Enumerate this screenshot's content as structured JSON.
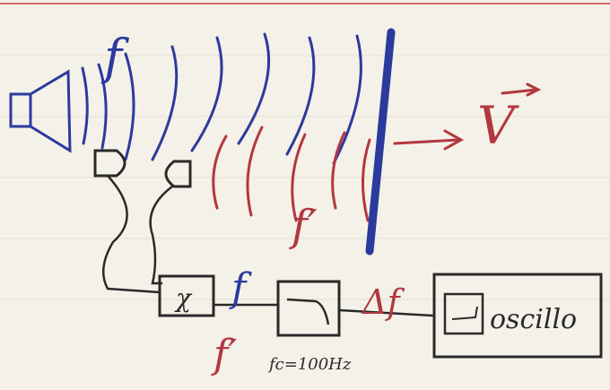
{
  "labels": {
    "f_emitted": "f",
    "f_reflected": "f′",
    "velocity": "V",
    "mixer_symbol": "χ",
    "f_mixer_in": "f",
    "f_mixer_in2": "f′",
    "cutoff": "fc=100Hz",
    "delta_f": "Δf",
    "oscillo": "oscillo"
  },
  "colors": {
    "paper": "#f4f1e8",
    "ink_black": "#2a2a2a",
    "ink_blue": "#2c3a9e",
    "ink_red": "#b2373f",
    "margin_line": "#d76a6a"
  }
}
